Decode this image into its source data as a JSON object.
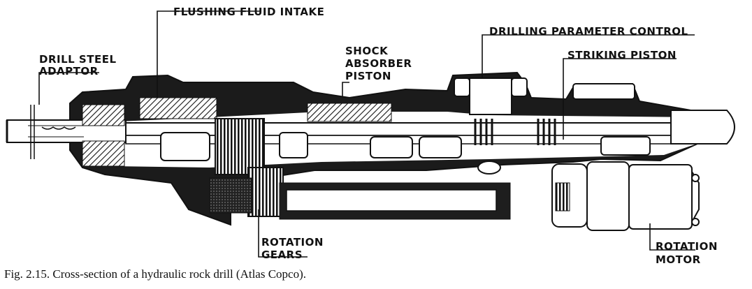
{
  "labels": {
    "flushing": "FLUSHING FLUID INTAKE",
    "drill_steel_1": "DRILL STEEL",
    "drill_steel_2": "ADAPTOR",
    "shock_1": "SHOCK",
    "shock_2": "ABSORBER",
    "shock_3": "PISTON",
    "drilling_param": "DRILLING PARAMETER CONTROL",
    "striking": "STRIKING PISTON",
    "rotation_gears_1": "ROTATION",
    "rotation_gears_2": "GEARS",
    "rotation_motor_1": "ROTATION",
    "rotation_motor_2": "MOTOR"
  },
  "caption": "Fig. 2.15. Cross-section of a hydraulic rock drill (Atlas Copco).",
  "colors": {
    "ink": "#111111",
    "paper": "#ffffff",
    "shade": "#555555"
  }
}
